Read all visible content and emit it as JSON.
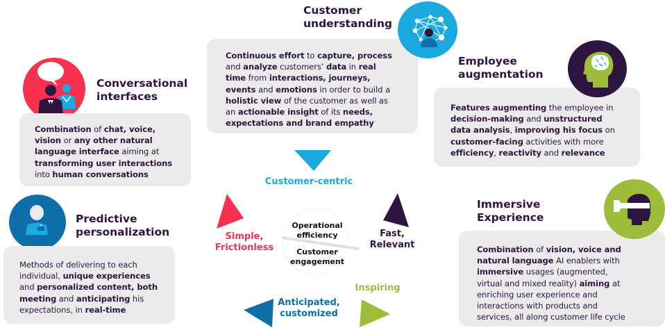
{
  "colors": {
    "dark_purple": "#2d1540",
    "red": "#f7314f",
    "cyan": "#1aaadf",
    "blue": "#0e6fa8",
    "green": "#9cbc3a",
    "box_bg": "#ebebeb"
  },
  "cards": {
    "customer_understanding": {
      "title_line1": "Customer",
      "title_line2": "understanding",
      "icon": "network-person-icon",
      "text": [
        {
          "b": "Continuous effort"
        },
        {
          "t": " to "
        },
        {
          "b": "capture, process"
        },
        {
          "br": true
        },
        {
          "t": "and "
        },
        {
          "b": "analyze"
        },
        {
          "t": " customers’ "
        },
        {
          "b": "data"
        },
        {
          "t": " in "
        },
        {
          "b": "real"
        },
        {
          "br": true
        },
        {
          "b": "time"
        },
        {
          "t": " from "
        },
        {
          "b": "interactions, journeys,"
        },
        {
          "br": true
        },
        {
          "b": "events"
        },
        {
          "t": " and "
        },
        {
          "b": "emotions"
        },
        {
          "t": " in order to build a"
        },
        {
          "br": true
        },
        {
          "b": "holistic view"
        },
        {
          "t": " of the customer as well as"
        },
        {
          "br": true
        },
        {
          "t": "an "
        },
        {
          "b": "actionable insight"
        },
        {
          "t": " of its "
        },
        {
          "b": "needs,"
        },
        {
          "br": true
        },
        {
          "b": "expectations and brand empathy"
        }
      ]
    },
    "conversational_interfaces": {
      "title_line1": "Conversational",
      "title_line2": "interfaces",
      "icon": "chat-people-icon",
      "text": [
        {
          "b": "Combination"
        },
        {
          "t": " of "
        },
        {
          "b": "chat, voice,"
        },
        {
          "br": true
        },
        {
          "b": "vision"
        },
        {
          "t": " or "
        },
        {
          "b": "any other natural"
        },
        {
          "br": true
        },
        {
          "b": "language interface"
        },
        {
          "t": " aiming at"
        },
        {
          "br": true
        },
        {
          "b": "transforming user interactions"
        },
        {
          "br": true
        },
        {
          "t": "into "
        },
        {
          "b": "human conversations"
        }
      ]
    },
    "employee_augmentation": {
      "title_line1": "Employee",
      "title_line2": "augmentation",
      "icon": "brain-head-icon",
      "text": [
        {
          "b": "Features augmenting"
        },
        {
          "t": " the employee in"
        },
        {
          "br": true
        },
        {
          "b": "decision-making"
        },
        {
          "t": " and "
        },
        {
          "b": "unstructured"
        },
        {
          "br": true
        },
        {
          "b": "data analysis"
        },
        {
          "t": ", "
        },
        {
          "b": "improving his focus"
        },
        {
          "t": " on"
        },
        {
          "br": true
        },
        {
          "b": "customer-facing"
        },
        {
          "t": " activities with more"
        },
        {
          "br": true
        },
        {
          "b": "efficiency"
        },
        {
          "t": ", "
        },
        {
          "b": "reactivity"
        },
        {
          "t": " and "
        },
        {
          "b": "relevance"
        }
      ]
    },
    "predictive_personalization": {
      "title_line1": "Predictive",
      "title_line2": "personalization",
      "icon": "person-badge-icon",
      "text": [
        {
          "t": "Methods of delivering to each"
        },
        {
          "br": true
        },
        {
          "t": "individual, "
        },
        {
          "b": "unique experiences"
        },
        {
          "br": true
        },
        {
          "t": "and "
        },
        {
          "b": "personalized content, both"
        },
        {
          "br": true
        },
        {
          "b": "meeting"
        },
        {
          "t": " and "
        },
        {
          "b": "anticipating"
        },
        {
          "t": " his"
        },
        {
          "br": true
        },
        {
          "t": "expectations, in "
        },
        {
          "b": "real-time"
        }
      ]
    },
    "immersive_experience": {
      "title_line1": "Immersive",
      "title_line2": "Experience",
      "icon": "vr-headset-icon",
      "text": [
        {
          "b": "Combination"
        },
        {
          "t": " of "
        },
        {
          "b": "vision, voice and"
        },
        {
          "br": true
        },
        {
          "b": "natural language"
        },
        {
          "t": " AI enablers with"
        },
        {
          "br": true
        },
        {
          "b": "immersive"
        },
        {
          "t": " usages (augmented,"
        },
        {
          "br": true
        },
        {
          "t": "virtual and mixed reality) "
        },
        {
          "b": "aiming"
        },
        {
          "t": " at"
        },
        {
          "br": true
        },
        {
          "t": "enriching user experience and"
        },
        {
          "br": true
        },
        {
          "t": "interactions with products and"
        },
        {
          "br": true
        },
        {
          "t": "services, all along customer life cycle"
        }
      ]
    }
  },
  "center": {
    "top_line1": "Operational",
    "top_line2": "efficiency",
    "bottom_line1": "Customer",
    "bottom_line2": "engagement"
  },
  "pointers": {
    "customer_centric": "Customer-centric",
    "simple_line1": "Simple,",
    "simple_line2": "Frictionless",
    "fast_line1": "Fast,",
    "fast_line2": "Relevant",
    "inspiring": "Inspiring",
    "anticipated_line1": "Anticipated,",
    "anticipated_line2": "customized"
  }
}
